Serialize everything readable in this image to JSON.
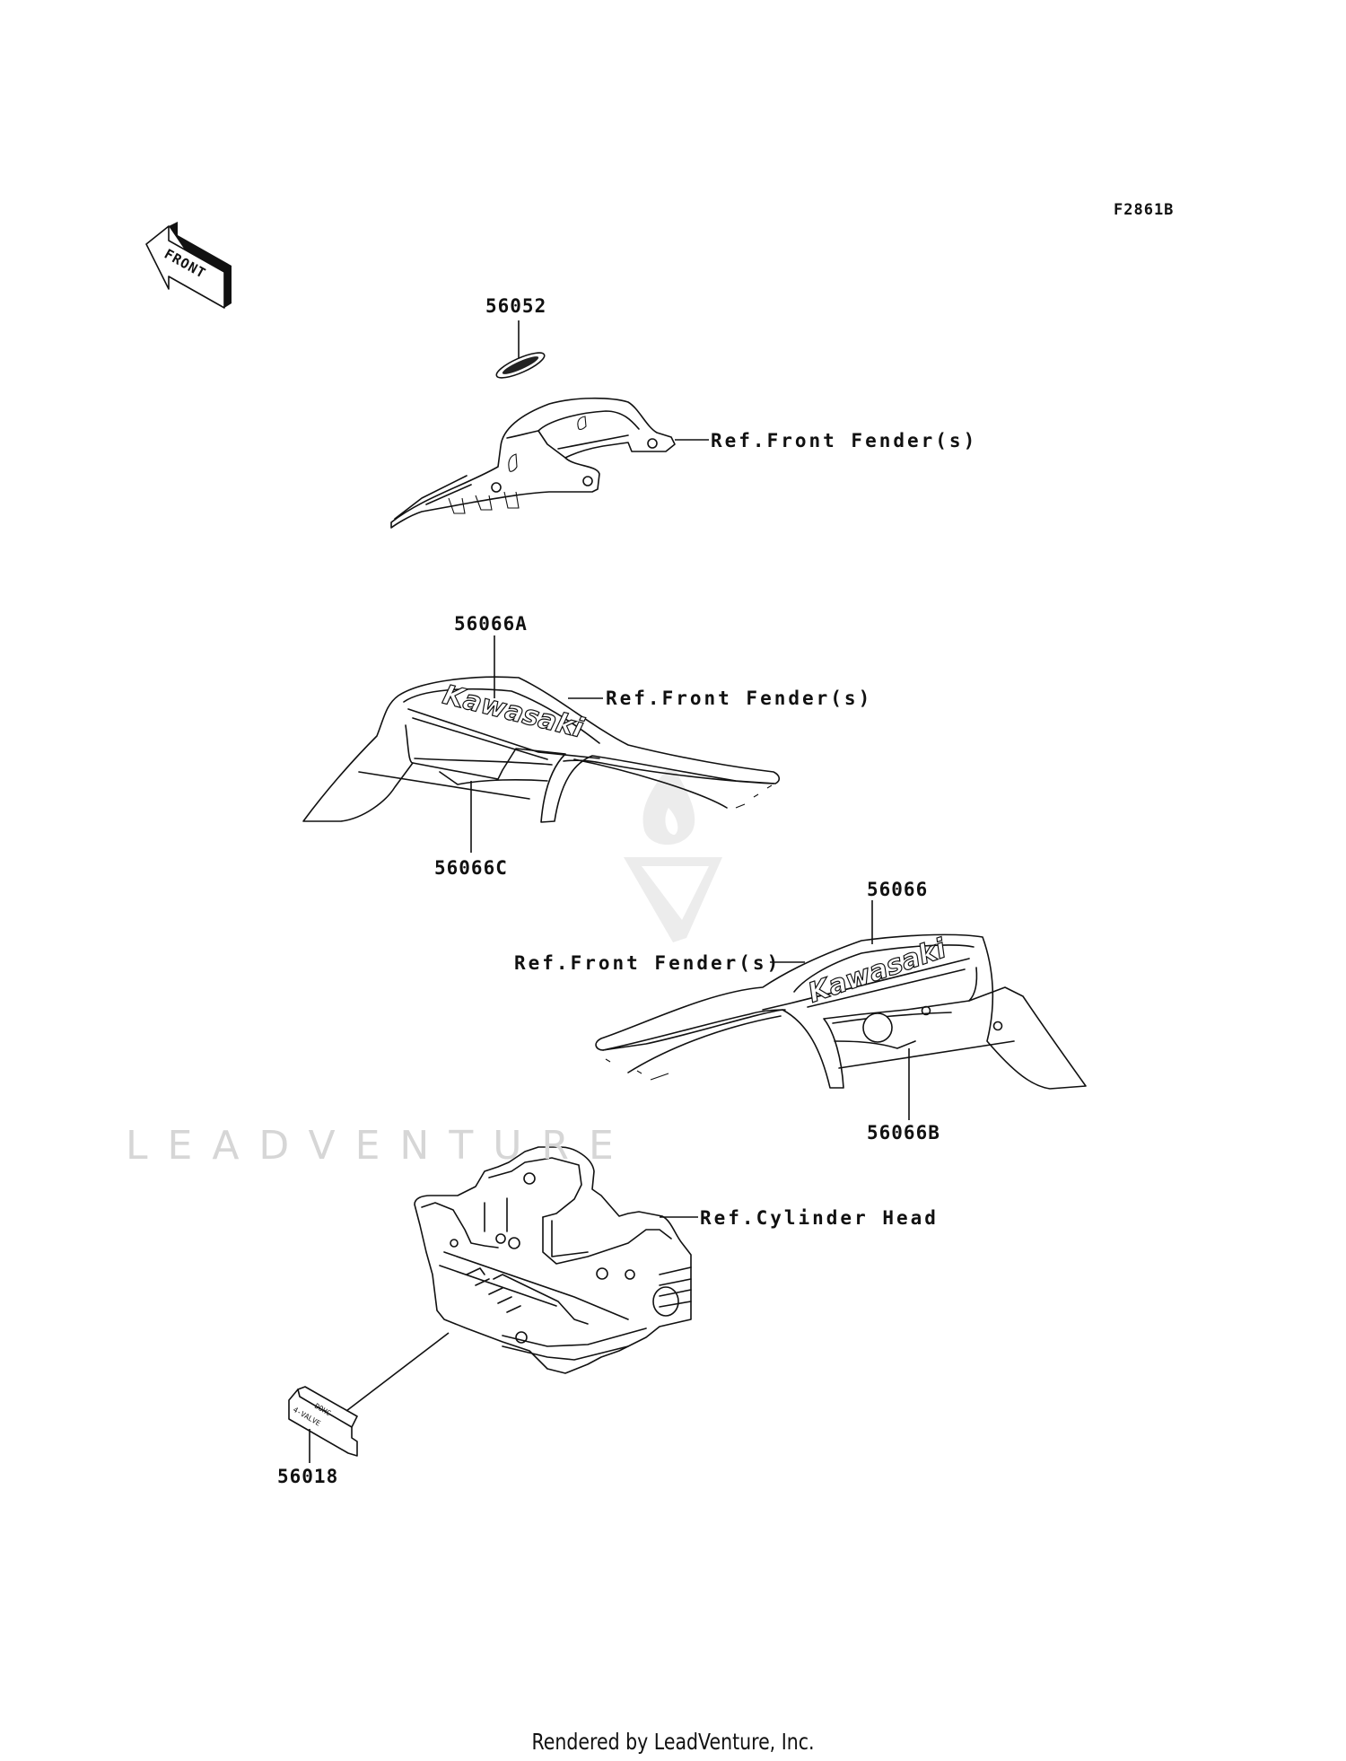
{
  "diagram": {
    "figure_code": "F2861B",
    "front_marker": "FRONT",
    "watermark": "LEADVENTURE",
    "parts": [
      {
        "part_number": "56052",
        "description_ref": "Ref.Front Fender(s)"
      },
      {
        "part_number": "56066A",
        "description_ref": "Ref.Front Fender(s)"
      },
      {
        "part_number": "56066C"
      },
      {
        "part_number": "56066",
        "description_ref": "Ref.Front Fender(s)"
      },
      {
        "part_number": "56066B"
      },
      {
        "part_number": "56018",
        "description_ref": "Ref.Cylinder Head"
      }
    ],
    "decal_text": {
      "brand": "Kawasaki",
      "plate_line1": "DOHC",
      "plate_line2": "4-VALVE"
    }
  },
  "footer": {
    "credit": "Rendered by LeadVenture, Inc."
  }
}
